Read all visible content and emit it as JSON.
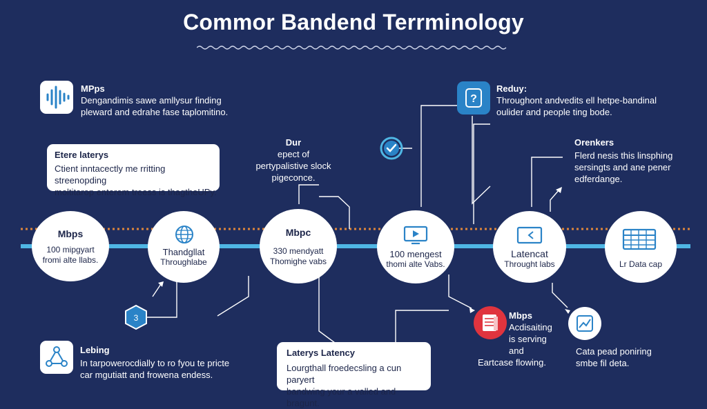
{
  "title": "Commor Bandend Terrminology",
  "annotations": {
    "mpps": {
      "heading": "MPps",
      "lines": [
        "Dengandimis sawe amllysur finding",
        "pleward and edrahe fase taplomitino."
      ]
    },
    "redu": {
      "heading": "Reduy:",
      "lines": [
        "Throughont andvedits ell hetpe-bandinal",
        "oulider and people ting bode."
      ]
    },
    "dur": {
      "heading": "Dur",
      "lines": [
        "epect of",
        "pertypalistive slock",
        "pigeconce."
      ]
    },
    "orenkers": {
      "heading": "Orenkers",
      "lines": [
        "Flerd nesis this linsphing",
        "sersingts and ane pener",
        "edferdange."
      ]
    },
    "mbps_red": {
      "heading": "Mbps",
      "lines": [
        "Acdisaiting",
        "is serving and",
        "Eartcase flowing."
      ]
    },
    "data_note": {
      "lines": [
        "Cata pead poniring",
        "smbe fil deta."
      ]
    },
    "lebing": {
      "heading": "Lebing",
      "lines": [
        "In tarpowerocdially to ro fyou te pricte",
        "car mgutiatt and frowena endess."
      ]
    }
  },
  "callouts": {
    "etere": {
      "heading": "Etere laterys",
      "lines": [
        "Ctient inntacectly me rritting streenopding",
        "moltitarop enterem treess is thagtheUPy."
      ]
    },
    "laterys": {
      "heading": "Laterys Latency",
      "lines": [
        "Lourgthall froedecsling a cun paryert",
        "bandwing your a valled and bragunt."
      ]
    }
  },
  "nodes": [
    {
      "title": "Mbps",
      "lines": [
        "100 mipgyart",
        "fromi alte llabs."
      ]
    },
    {
      "title": "",
      "lines": [
        "Thandgllat",
        "Throughlabe"
      ]
    },
    {
      "title": "Mbpc",
      "lines": [
        "330 mendyatt",
        "Thomighe vabs"
      ]
    },
    {
      "title": "",
      "lines": [
        "100 mengest",
        "thomi alte Vabs."
      ]
    },
    {
      "title": "",
      "lines": [
        "Latencat",
        "Throught labs"
      ]
    },
    {
      "title": "",
      "lines": [
        "Lr Data cap"
      ]
    }
  ],
  "badges": {
    "hex_number": "3",
    "help_glyph": "?"
  },
  "icons": [
    "sound-wave-icon",
    "help-icon",
    "check-icon",
    "globe-icon",
    "play-icon",
    "slides-icon",
    "spreadsheet-icon",
    "hexagon-icon",
    "network-icon",
    "server-icon",
    "chart-icon"
  ],
  "colors": {
    "background": "#1e2d5e",
    "timeline": "#4fb6e4",
    "dotted_line": "#e0873a",
    "accent_blue": "#2a83c7",
    "alert_red": "#e0343e",
    "text_dark": "#1c2549",
    "white": "#ffffff"
  }
}
